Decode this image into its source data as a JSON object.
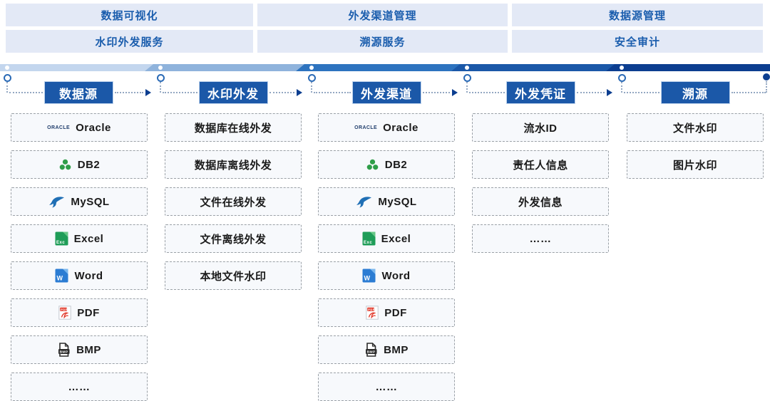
{
  "top_tabs": {
    "row1": [
      "数据可视化",
      "外发渠道管理",
      "数据源管理"
    ],
    "row2": [
      "水印外发服务",
      "溯源服务",
      "安全审计"
    ]
  },
  "flow": {
    "stages": [
      {
        "label": "数据源",
        "items": [
          {
            "icon": "oracle-logo",
            "text": "Oracle"
          },
          {
            "icon": "db2-icon",
            "text": "DB2"
          },
          {
            "icon": "mysql-icon",
            "text": "MySQL"
          },
          {
            "icon": "excel-icon",
            "text": "Excel"
          },
          {
            "icon": "word-icon",
            "text": "Word"
          },
          {
            "icon": "pdf-icon",
            "text": "PDF"
          },
          {
            "icon": "bmp-icon",
            "text": "BMP"
          },
          {
            "text": "……"
          }
        ]
      },
      {
        "label": "水印外发",
        "items": [
          {
            "text": "数据库在线外发"
          },
          {
            "text": "数据库离线外发"
          },
          {
            "text": "文件在线外发"
          },
          {
            "text": "文件离线外发"
          },
          {
            "text": "本地文件水印"
          }
        ]
      },
      {
        "label": "外发渠道",
        "items": [
          {
            "icon": "oracle-logo",
            "text": "Oracle"
          },
          {
            "icon": "db2-icon",
            "text": "DB2"
          },
          {
            "icon": "mysql-icon",
            "text": "MySQL"
          },
          {
            "icon": "excel-icon",
            "text": "Excel"
          },
          {
            "icon": "word-icon",
            "text": "Word"
          },
          {
            "icon": "pdf-icon",
            "text": "PDF"
          },
          {
            "icon": "bmp-icon",
            "text": "BMP"
          },
          {
            "text": "……"
          }
        ]
      },
      {
        "label": "外发凭证",
        "items": [
          {
            "text": "流水ID"
          },
          {
            "text": "责任人信息"
          },
          {
            "text": "外发信息"
          },
          {
            "text": "……"
          }
        ]
      },
      {
        "label": "溯源",
        "items": [
          {
            "text": "文件水印"
          },
          {
            "text": "图片水印"
          }
        ]
      }
    ]
  },
  "colors": {
    "accent": "#1b58a8",
    "tab_bg": "#e3e9f6",
    "tab_text": "#1a5dad",
    "bar_segments": [
      "#c3d6ee",
      "#8fb3dc",
      "#2d73bf",
      "#1b58a8",
      "#0c3e90"
    ],
    "bar_end": "#0c3e90",
    "dotted_line": "#93a7c2",
    "arrow": "#0c3e90",
    "item_bg": "#f7f9fc",
    "item_border": "#9aa0a6"
  }
}
